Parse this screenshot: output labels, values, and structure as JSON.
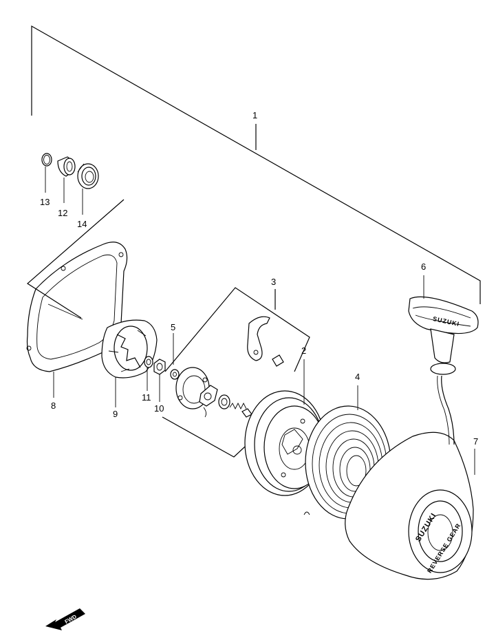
{
  "parts": [
    {
      "ref": "1"
    },
    {
      "ref": "2"
    },
    {
      "ref": "3"
    },
    {
      "ref": "4"
    },
    {
      "ref": "5"
    },
    {
      "ref": "6"
    },
    {
      "ref": "7"
    },
    {
      "ref": "8"
    },
    {
      "ref": "9"
    },
    {
      "ref": "10"
    },
    {
      "ref": "11"
    },
    {
      "ref": "12"
    },
    {
      "ref": "13"
    },
    {
      "ref": "14"
    }
  ],
  "emblems": {
    "brand": "SUZUKI",
    "reverse_gear": "REVERSE GEAR",
    "handle_brand": "SUZUKI"
  },
  "fwd": {
    "label": "FWD"
  }
}
